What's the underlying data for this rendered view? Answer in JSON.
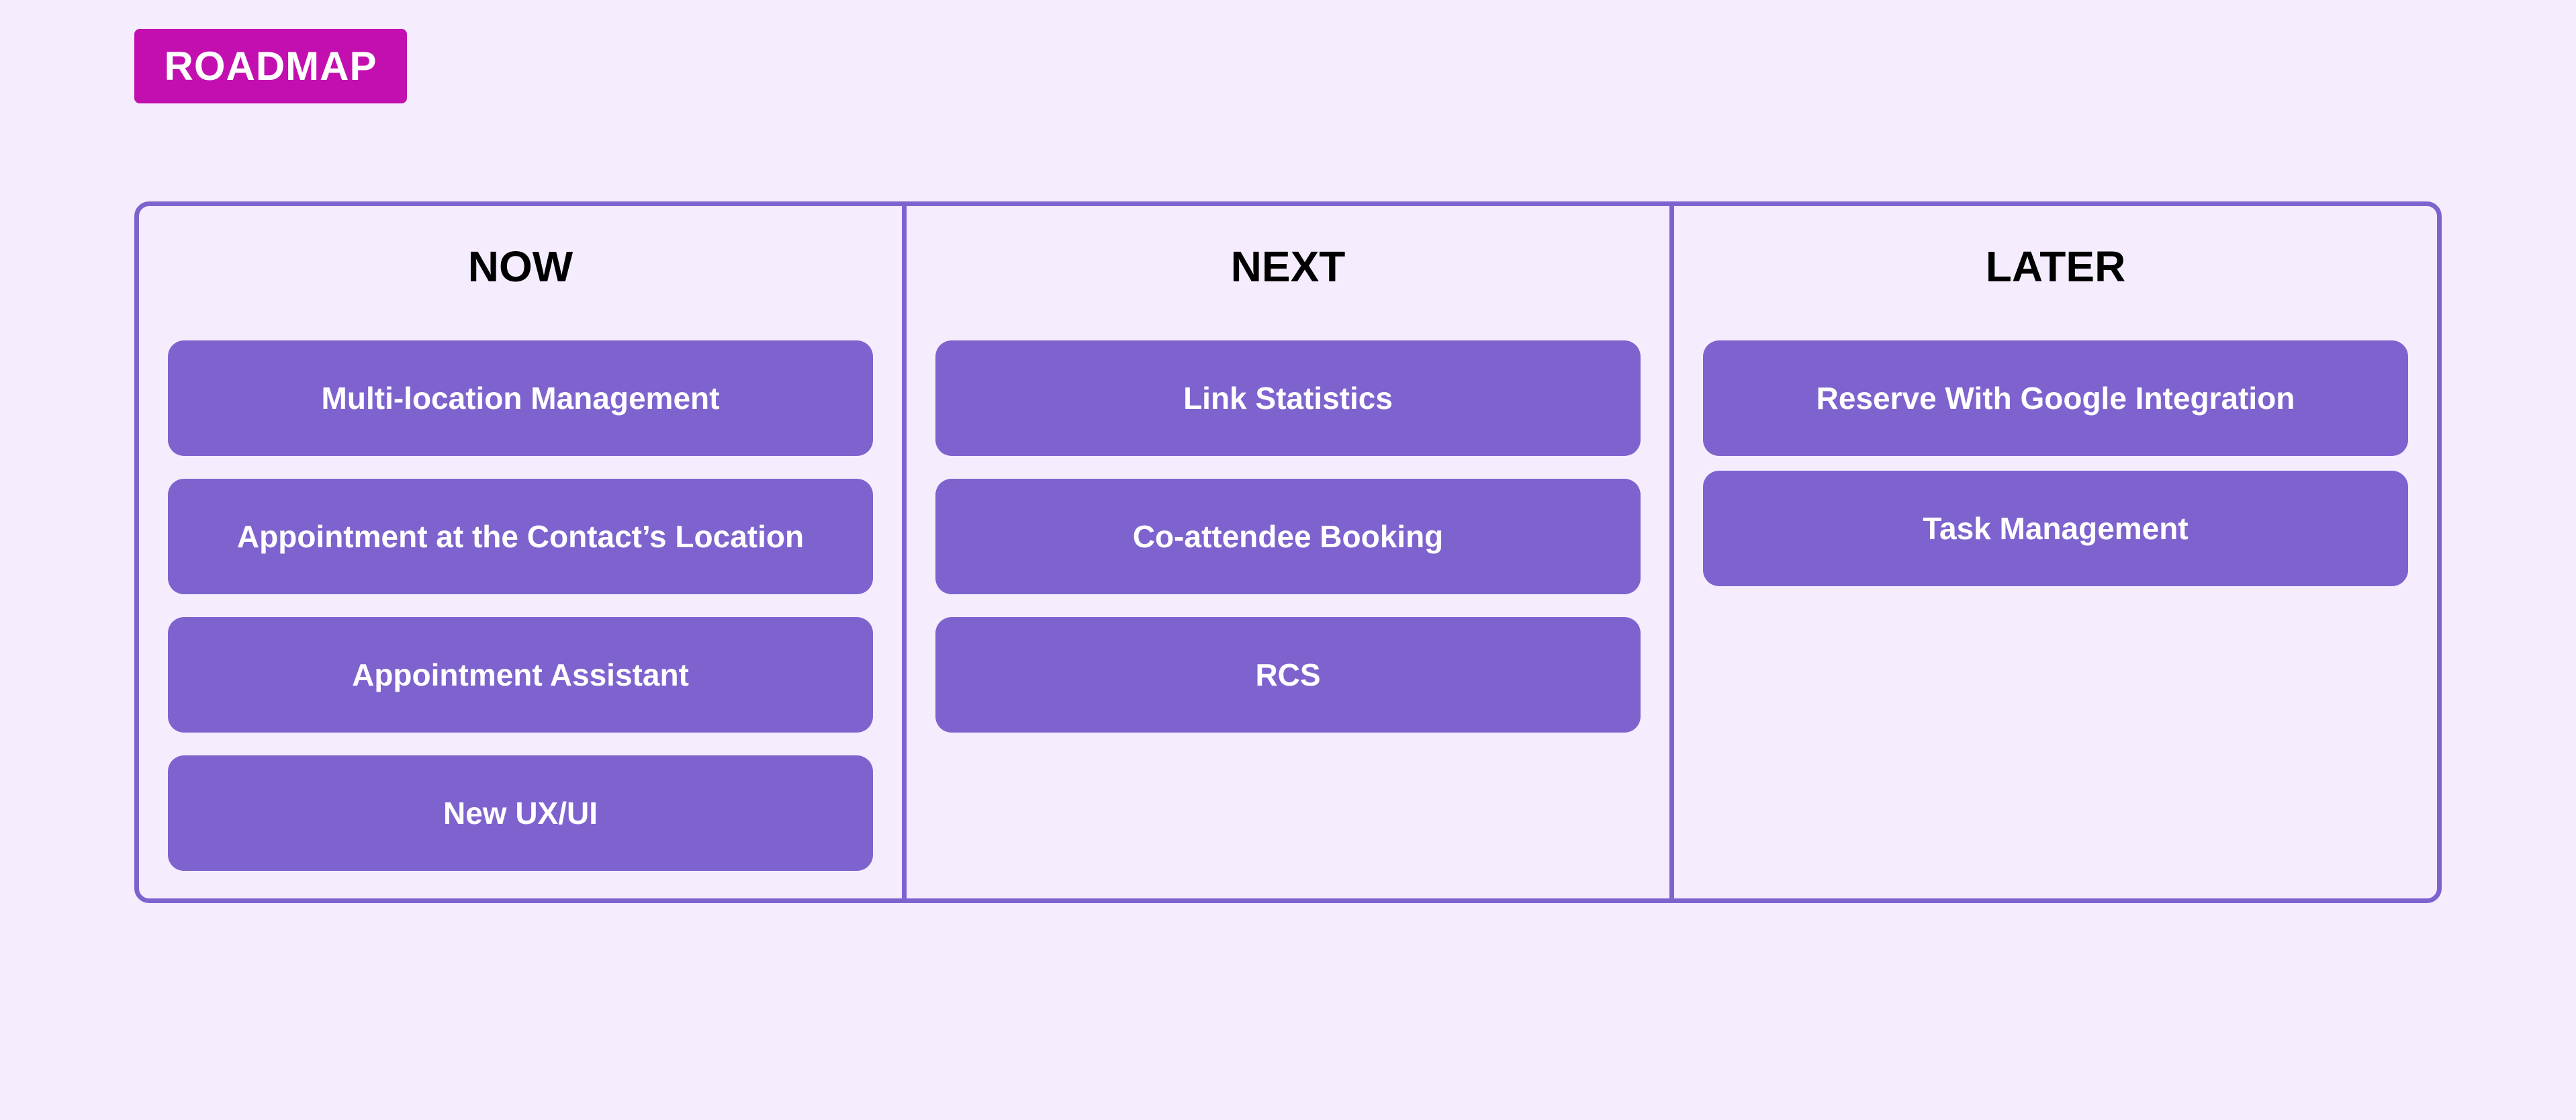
{
  "badge": {
    "label": "ROADMAP",
    "color": "#c30fb0"
  },
  "accent_color": "#7e63cf",
  "columns": [
    {
      "title": "NOW",
      "items": [
        "Multi-location Management",
        "Appointment at the Contact’s Location",
        "Appointment Assistant",
        "New UX/UI"
      ]
    },
    {
      "title": "NEXT",
      "items": [
        "Link Statistics",
        "Co-attendee Booking",
        "RCS"
      ]
    },
    {
      "title": "LATER",
      "items": [
        "Reserve With Google Integration",
        "Task Management"
      ]
    }
  ]
}
